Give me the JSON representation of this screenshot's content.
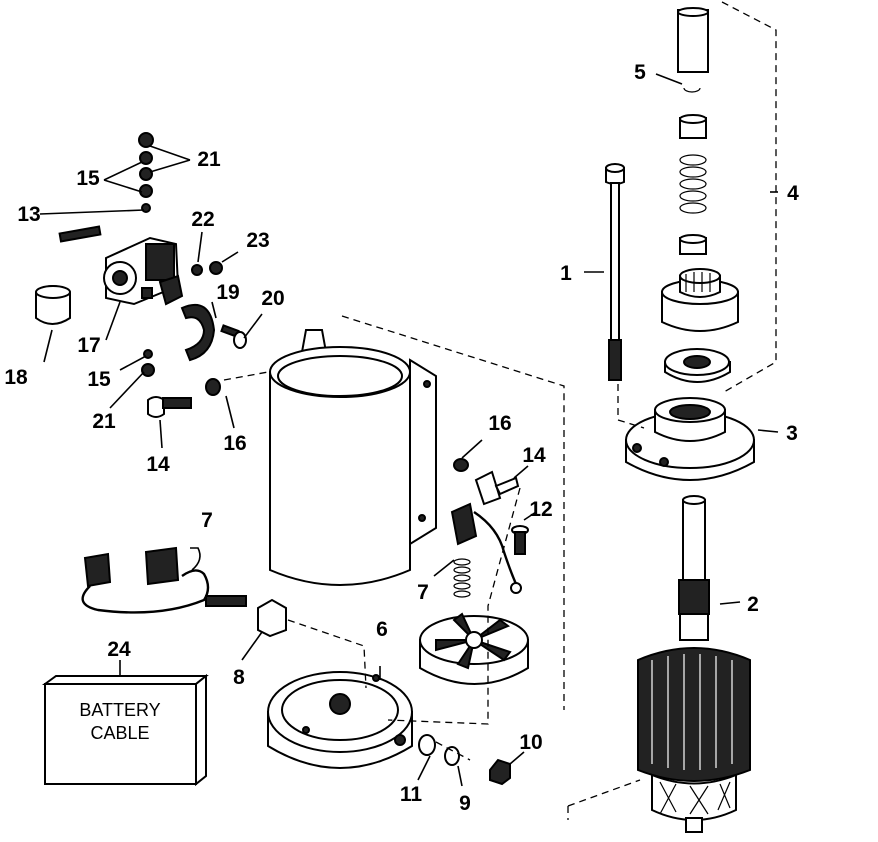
{
  "callouts": {
    "c1": "1",
    "c2": "2",
    "c3": "3",
    "c4": "4",
    "c5": "5",
    "c6": "6",
    "c7a": "7",
    "c7b": "7",
    "c8": "8",
    "c9": "9",
    "c10": "10",
    "c11": "11",
    "c12": "12",
    "c13": "13",
    "c14a": "14",
    "c14b": "14",
    "c15a": "15",
    "c15b": "15",
    "c16a": "16",
    "c16b": "16",
    "c17": "17",
    "c18": "18",
    "c19": "19",
    "c20": "20",
    "c21a": "21",
    "c21b": "21",
    "c22": "22",
    "c23": "23",
    "c24": "24"
  },
  "battery_box": {
    "line1": "BATTERY",
    "line2": "CABLE"
  }
}
